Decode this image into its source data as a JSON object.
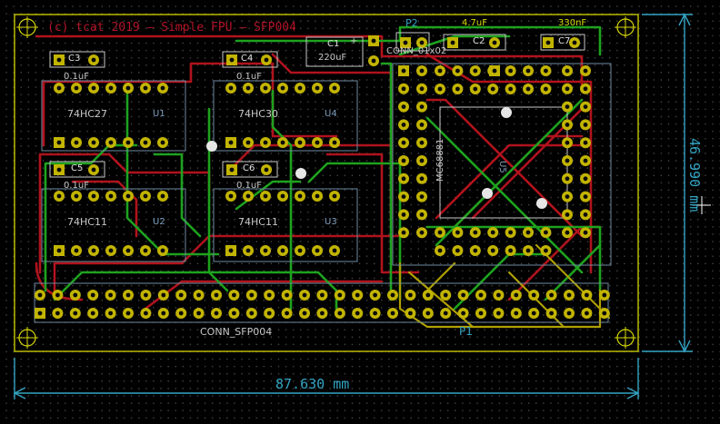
{
  "board": {
    "title": "(c) tcat 2019 — Simple FPU — SFP004",
    "width_dim": "87.630 mm",
    "height_dim": "46.990 mm"
  },
  "chips": [
    {
      "ref": "U1",
      "value": "74HC27"
    },
    {
      "ref": "U4",
      "value": "74HC30"
    },
    {
      "ref": "U2",
      "value": "74HC11"
    },
    {
      "ref": "U3",
      "value": "74HC11"
    },
    {
      "ref": "U5",
      "value": "MC68881"
    }
  ],
  "caps": [
    {
      "ref": "C3",
      "value": "0.1uF"
    },
    {
      "ref": "C4",
      "value": "0.1uF"
    },
    {
      "ref": "C5",
      "value": "0.1uF"
    },
    {
      "ref": "C6",
      "value": "0.1uF"
    },
    {
      "ref": "C1",
      "value": "220uF"
    },
    {
      "ref": "C2",
      "value": "4.7uF"
    },
    {
      "ref": "C7",
      "value": "330nF"
    }
  ],
  "connectors": [
    {
      "ref": "P1",
      "value": "CONN_SFP004"
    },
    {
      "ref": "P2",
      "value": "CONN_01x02"
    }
  ],
  "plus_mark": "+"
}
